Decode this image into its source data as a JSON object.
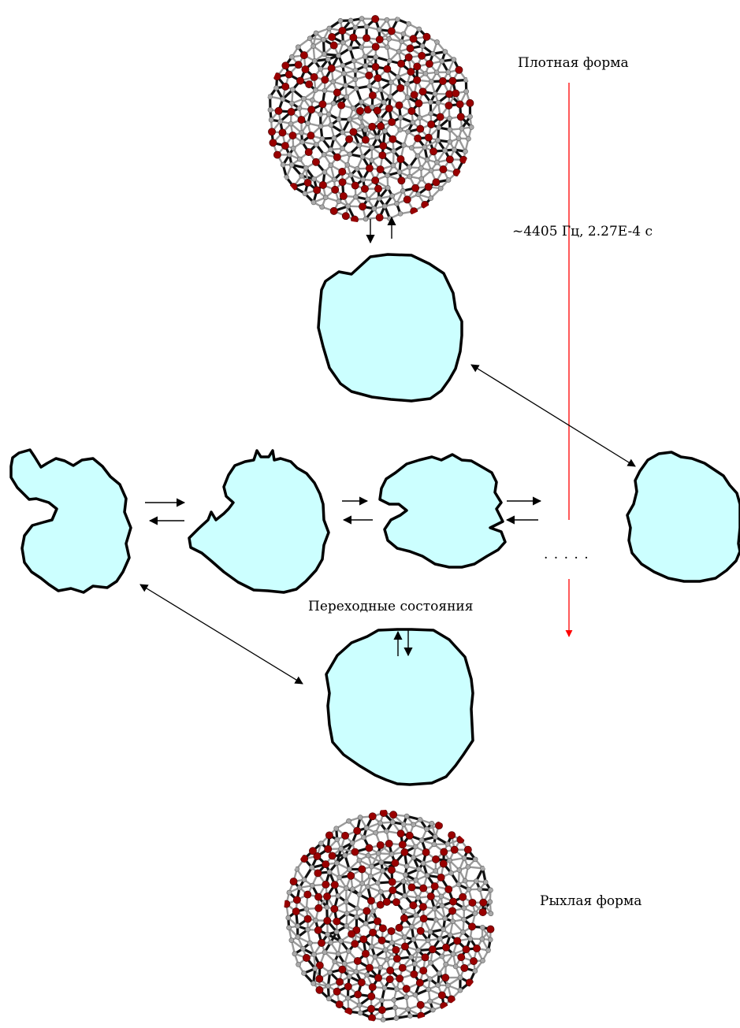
{
  "labels": {
    "dense": "Плотная форма",
    "frequency": "~4405 Гц, 2.27E-4 с",
    "transition": "Переходные состояния",
    "loose": "Рыхлая форма",
    "dots": ". . . . ."
  },
  "colors": {
    "blob_fill": "#ccffff",
    "blob_stroke": "#000000",
    "time_axis": "#ff0000",
    "atom_red": "#990000",
    "atom_grey": "#aaaaaa",
    "bond_dark": "#111111"
  },
  "icons": {
    "dense_molecule": "molecular-cluster-icon",
    "loose_molecule": "molecular-cluster-icon"
  }
}
